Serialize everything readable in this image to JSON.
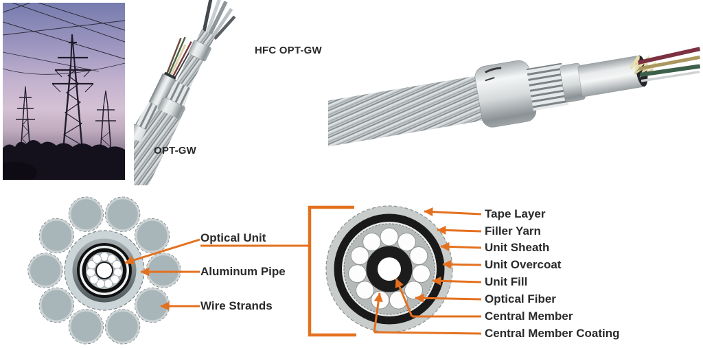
{
  "colors": {
    "accent_orange": "#e4701e",
    "label_text": "#2a2a2a",
    "strand_gray_blue": "#a9b6b9",
    "ring_black": "#141414"
  },
  "cable_photos": {
    "opt_gw_label": "OPT-GW",
    "hfc_opt_gw_label": "HFC OPT-GW"
  },
  "left_diagram": {
    "labels": [
      "Optical Unit",
      "Aluminum Pipe",
      "Wire Strands"
    ]
  },
  "right_diagram": {
    "labels": [
      "Tape Layer",
      "Filler Yarn",
      "Unit Sheath",
      "Unit Overcoat",
      "Unit Fill",
      "Optical Fiber",
      "Central Member",
      "Central Member Coating"
    ]
  }
}
